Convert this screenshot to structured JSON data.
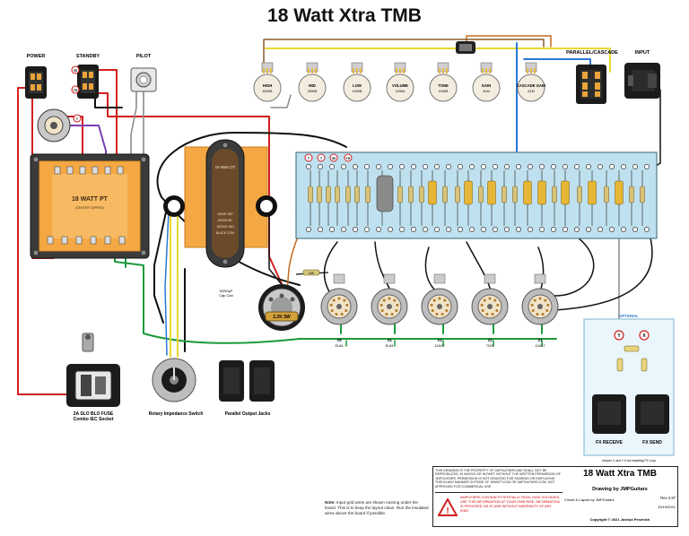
{
  "title": "18 Watt Xtra TMB",
  "labels": {
    "power": "POWER",
    "standby": "STANDBY",
    "pilot": "PILOT",
    "parallel_cascade": "PARALLEL/CASCADE",
    "input": "INPUT",
    "pt_name": "18 WATT PT",
    "pt_sub": "(CENTER TAPPED)",
    "ot_name": "18 Watt OT",
    "ot_taps": [
      "4000Ω TAP",
      "8000Ω 8Ω",
      "16000Ω 16Ω",
      "BLACK COM"
    ],
    "cap_can": "50/50µF\nCap Can",
    "res_2k2": "2.2K 5W",
    "res_18k": "18K",
    "fuse": "2A SLO BLO FUSE",
    "iec": "Combo IEC Socket",
    "rotary": "Rotary Impedance Switch",
    "parallel_jacks": "Parallel Output Jacks",
    "optional": "OPTIONAL",
    "fx_receive": "FX RECEIVE",
    "fx_send": "FX SEND",
    "jumper_note": "Jumper X and Y if not installing FX Loop",
    "marker_x": "X",
    "marker_y": "Y"
  },
  "pots": [
    {
      "name": "HIGH",
      "value": "820KB"
    },
    {
      "name": "MID",
      "value": "250KB"
    },
    {
      "name": "LOW",
      "value": "100KB"
    },
    {
      "name": "VOLUME",
      "value": "100KA"
    },
    {
      "name": "TONE",
      "value": "100KB"
    },
    {
      "name": "GAIN",
      "value": "A1M"
    },
    {
      "name": "CASCADE GAIN",
      "value": "A1M"
    }
  ],
  "tubes": [
    {
      "id": "V5",
      "type": "EL84"
    },
    {
      "id": "V4",
      "type": "EL84"
    },
    {
      "id": "V3",
      "type": "12AX7"
    },
    {
      "id": "V2",
      "type": "7025"
    },
    {
      "id": "V1",
      "type": "12AX7"
    }
  ],
  "board_markers": [
    "T",
    "T",
    "55",
    "TH"
  ],
  "switch_markers": {
    "power": "TH",
    "standby": "55",
    "v_top": "T"
  },
  "note": {
    "lead": "Note:",
    "text": " Input grid wires are shown running under the board. This is to keep the layout clean. Run the insulated wires above the board if possible."
  },
  "title_block": {
    "disclaimer": "THIS DRAWING IS THE PROPERTY OF JMPGUITARS AND SHALL NOT BE REPRODUCED, IN WHOLE OR IN PART, WITHOUT THE WRITTEN PERMISSION OF JMPGUITARS. PERMISSION IS NOT GRANTED FOR SHARING OR DISPLAYING THIS IN ANY MANNER OUTSIDE OF 18WATT.COM OR JMPGUITARS.COM. NOT APPROVED FOR COMMERCIAL USE.",
    "title": "18 Watt Xtra TMB",
    "drawn_by": "Drawing by JMPGuitars",
    "warning": "AMPLIFIERS CONTAIN POTENTIALLY FATAL HIGH VOLTAGES. USE THIS INFORMATION AT YOUR OWN RISK. INFORMATION IS PROVIDED 'AS IS' AND WITHOUT WARRANTY OF ANY KIND.",
    "circuit_by": "Circuit & Layout by JMPGuitars",
    "rev": "Rev 2.97",
    "date": "10/19/2021",
    "copyright": "Copyright © 2021 Joshua Perzmich"
  }
}
